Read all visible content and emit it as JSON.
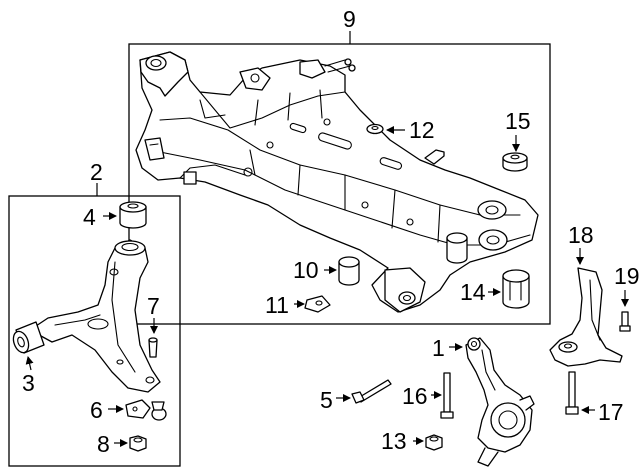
{
  "diagram": {
    "callouts": {
      "c1": "1",
      "c2": "2",
      "c3": "3",
      "c4": "4",
      "c5": "5",
      "c6": "6",
      "c7": "7",
      "c8": "8",
      "c9": "9",
      "c10": "10",
      "c11": "11",
      "c12": "12",
      "c13": "13",
      "c14": "14",
      "c15": "15",
      "c16": "16",
      "c17": "17",
      "c18": "18",
      "c19": "19"
    },
    "colors": {
      "line": "#000000",
      "background": "#ffffff"
    }
  }
}
